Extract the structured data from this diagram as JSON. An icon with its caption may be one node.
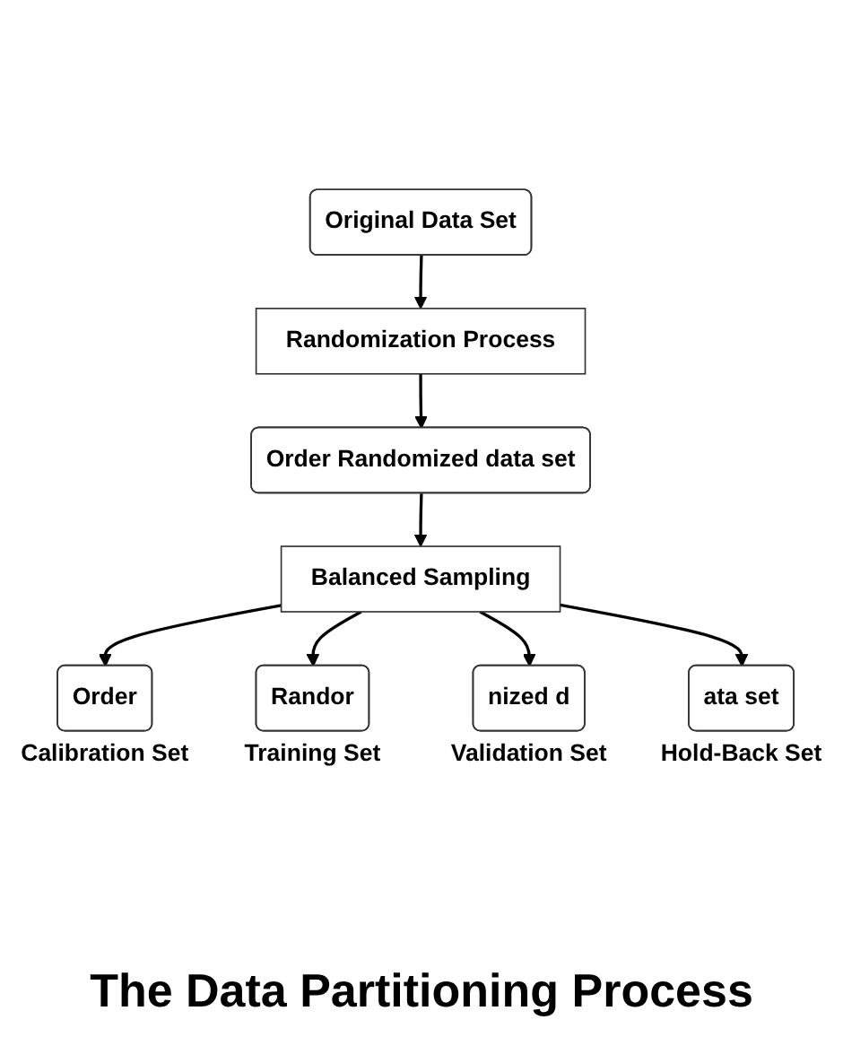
{
  "diagram": {
    "title": "The Data Partitioning Process",
    "nodes": [
      {
        "text": [
          "Original Data Set"
        ]
      },
      {
        "text": [
          "Randomization Process"
        ]
      },
      {
        "text": [
          "Order Randomized data set"
        ]
      },
      {
        "text": [
          "Balanced Sampling"
        ]
      },
      {
        "text": [
          "Order"
        ],
        "beside": [
          "Calibration Set"
        ]
      },
      {
        "text": [
          "Randor"
        ],
        "beside": [
          "Training Set"
        ]
      },
      {
        "text": [
          "nized d"
        ],
        "beside": [
          "Validation Set"
        ]
      },
      {
        "text": [
          "ata set"
        ],
        "beside": [
          "Hold-Back Set"
        ]
      }
    ],
    "edges": [
      {
        "from": 0,
        "to": 1,
        "arrow": "to"
      },
      {
        "from": 1,
        "to": 2,
        "arrow": "to"
      },
      {
        "from": 2,
        "to": 3,
        "arrow": "to"
      },
      {
        "from": 3,
        "to": 4,
        "arrow": "to"
      },
      {
        "from": 3,
        "to": 5,
        "arrow": "to"
      },
      {
        "from": 3,
        "to": 6,
        "arrow": "to"
      },
      {
        "from": 3,
        "to": 7,
        "arrow": "to"
      }
    ]
  }
}
